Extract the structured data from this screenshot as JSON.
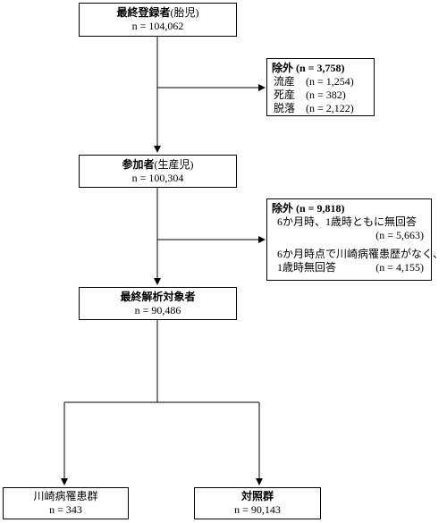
{
  "boxes": {
    "registered": {
      "title": "最終登録者",
      "suffix": "(胎児)",
      "n": "n = 104,062"
    },
    "exclusion1": {
      "title": "除外 (n = 3,758)",
      "items": [
        {
          "label": "流産",
          "n": "(n = 1,254)"
        },
        {
          "label": "死産",
          "n": "(n = 382)"
        },
        {
          "label": "脱落",
          "n": "(n = 2,122)"
        }
      ]
    },
    "participants": {
      "title": "参加者",
      "suffix": "(生産児)",
      "n": "n = 100,304"
    },
    "exclusion2": {
      "title": "除外 (n = 9,818)",
      "item1": {
        "label": "6か月時、1歳時ともに無回答",
        "n": "(n = 5,663)"
      },
      "item2": {
        "line1": "6か月時点で川崎病罹患歴がなく、",
        "line2": "1歳時無回答",
        "n": "(n = 4,155)"
      }
    },
    "analysis": {
      "title": "最終解析対象者",
      "n": "n = 90,486"
    },
    "kawasaki": {
      "title": "川崎病罹患群",
      "n": "n = 343"
    },
    "control": {
      "title": "対照群",
      "n": "n = 90,143"
    }
  }
}
